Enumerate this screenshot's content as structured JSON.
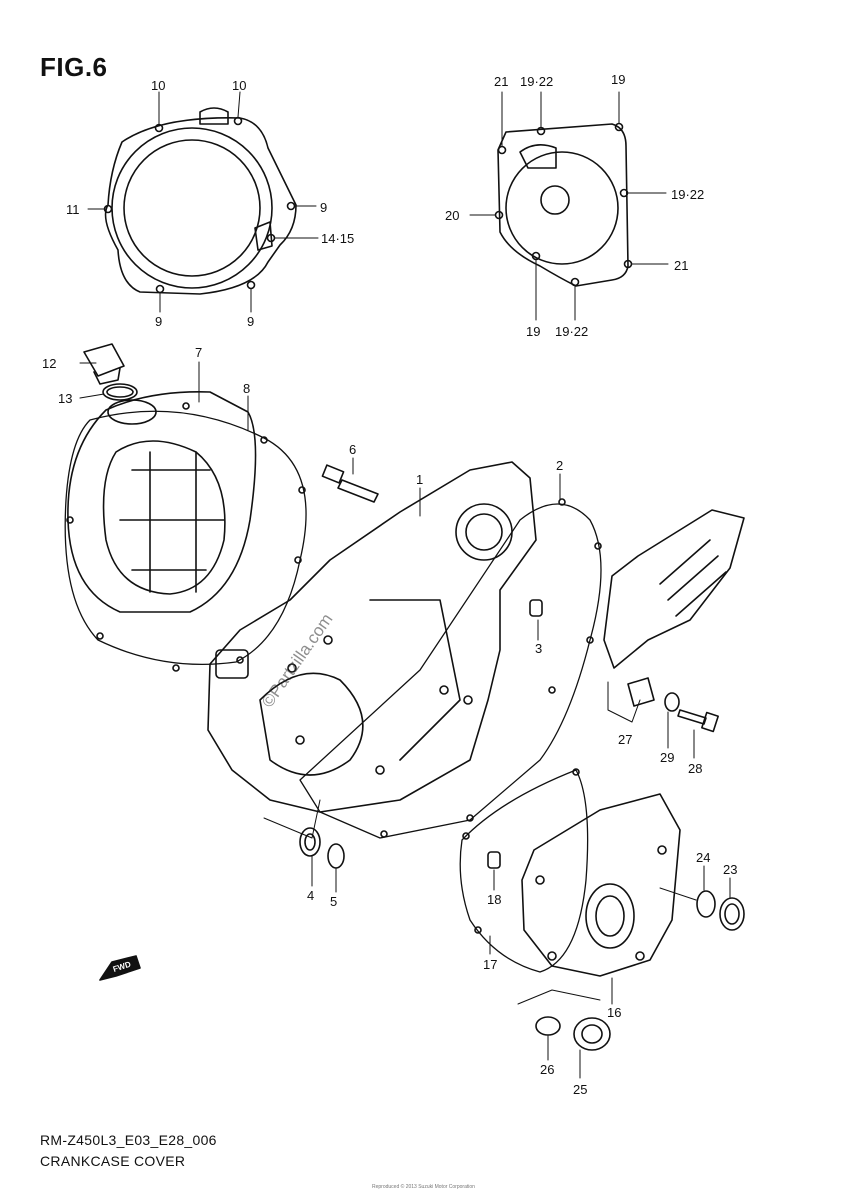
{
  "figure": {
    "title": "FIG.6",
    "model_code": "RM-Z450L3_E03_E28_006",
    "caption": "CRANKCASE COVER",
    "watermark": "©Partzilla.com",
    "fine_print": "Reproduced © 2013 Suzuki Motor Corporation",
    "fwd_label": "FWD"
  },
  "callouts": [
    {
      "id": "c10a",
      "label": "10"
    },
    {
      "id": "c10b",
      "label": "10"
    },
    {
      "id": "c11",
      "label": "11"
    },
    {
      "id": "c9a",
      "label": "9"
    },
    {
      "id": "c1415",
      "label": "14·15"
    },
    {
      "id": "c9b",
      "label": "9"
    },
    {
      "id": "c9c",
      "label": "9"
    },
    {
      "id": "c21a",
      "label": "21"
    },
    {
      "id": "c1922a",
      "label": "19·22"
    },
    {
      "id": "c19a",
      "label": "19"
    },
    {
      "id": "c1922b",
      "label": "19·22"
    },
    {
      "id": "c20",
      "label": "20"
    },
    {
      "id": "c21b",
      "label": "21"
    },
    {
      "id": "c19b",
      "label": "19"
    },
    {
      "id": "c1922c",
      "label": "19·22"
    },
    {
      "id": "c12",
      "label": "12"
    },
    {
      "id": "c7",
      "label": "7"
    },
    {
      "id": "c13",
      "label": "13"
    },
    {
      "id": "c8",
      "label": "8"
    },
    {
      "id": "c6",
      "label": "6"
    },
    {
      "id": "c1",
      "label": "1"
    },
    {
      "id": "c2",
      "label": "2"
    },
    {
      "id": "c3",
      "label": "3"
    },
    {
      "id": "c27",
      "label": "27"
    },
    {
      "id": "c29",
      "label": "29"
    },
    {
      "id": "c28",
      "label": "28"
    },
    {
      "id": "c4",
      "label": "4"
    },
    {
      "id": "c5",
      "label": "5"
    },
    {
      "id": "c24",
      "label": "24"
    },
    {
      "id": "c23",
      "label": "23"
    },
    {
      "id": "c18",
      "label": "18"
    },
    {
      "id": "c17",
      "label": "17"
    },
    {
      "id": "c16",
      "label": "16"
    },
    {
      "id": "c26",
      "label": "26"
    },
    {
      "id": "c25",
      "label": "25"
    }
  ]
}
